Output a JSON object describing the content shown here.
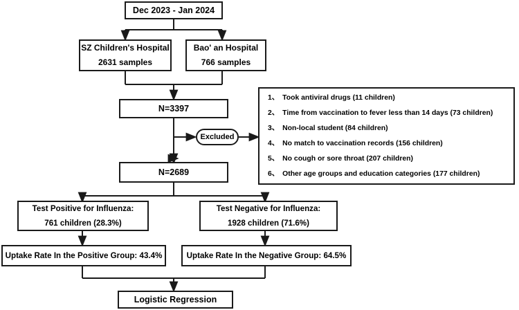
{
  "diagram": {
    "title": "Study participant flow diagram",
    "stroke_color": "#1a1a1a",
    "background_color": "#ffffff"
  },
  "nodes": {
    "period": {
      "line1": "Dec 2023 - Jan 2024"
    },
    "hospital_left": {
      "line1": "SZ Children's Hospital",
      "line2": "2631 samples"
    },
    "hospital_right": {
      "line1": "Bao' an Hospital",
      "line2": "766 samples"
    },
    "total": {
      "line1": "N=3397"
    },
    "excluded": {
      "label": "Excluded"
    },
    "after_exclusion": {
      "line1": "N=2689"
    },
    "test_positive": {
      "line1": "Test Positive for Influenza:",
      "line2": "761 children  (28.3%)"
    },
    "test_negative": {
      "line1": "Test Negative for Influenza:",
      "line2": "1928 children  (71.6%)"
    },
    "uptake_positive": {
      "line1": "Uptake Rate In the Positive Group: 43.4%"
    },
    "uptake_negative": {
      "line1": "Uptake Rate In the Negative Group: 64.5%"
    },
    "logistic": {
      "line1": "Logistic Regression"
    }
  },
  "exclusion_criteria": [
    {
      "num": "1、",
      "text": "Took antiviral drugs   (11 children)"
    },
    {
      "num": "2、",
      "text": "Time from vaccination to  fever  less than 14 days (73 children)"
    },
    {
      "num": "3、",
      "text": "Non-local student (84 children)"
    },
    {
      "num": "4、",
      "text": "No match to vaccination records (156 children)"
    },
    {
      "num": "5、",
      "text": "No cough or sore throat (207 children)"
    },
    {
      "num": "6、",
      "text": "Other age groups and education categories (177 children)"
    }
  ]
}
